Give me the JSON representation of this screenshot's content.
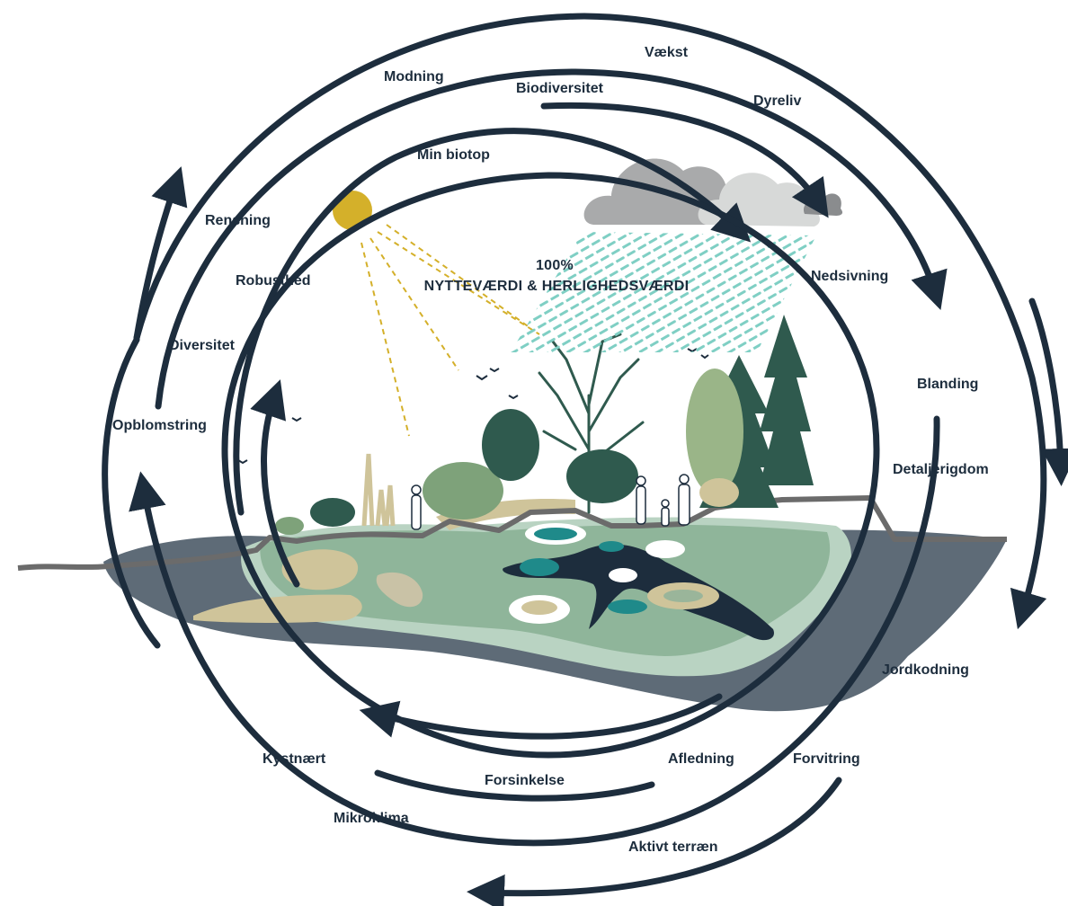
{
  "colors": {
    "ink": "#1d2d3d",
    "sun": "#d4b02a",
    "rain": "#7fcfc4",
    "cloud_dark": "#a9aaab",
    "cloud_light": "#d7d9d8",
    "water": "#5e6b77",
    "land_green": "#8fb59a",
    "land_pale": "#b9d3c2",
    "sand": "#cfc49a",
    "tree_dark": "#2f5a4e",
    "tree_mid": "#6f9a74",
    "tree_light": "#9ab588",
    "pond_teal": "#1f8a8a",
    "ground_line": "#6b6b6b"
  },
  "center": {
    "line1": "100%",
    "line2": "NYTTEVÆRDI & HERLIGHEDSVÆRDI"
  },
  "labels": {
    "vaekst": "Vækst",
    "modning": "Modning",
    "biodiversitet": "Biodiversitet",
    "dyreliv": "Dyreliv",
    "min_biotop": "Min biotop",
    "rensning": "Rensning",
    "robusthed": "Robusthed",
    "nedsivning": "Nedsivning",
    "diversitet": "Diversitet",
    "blanding": "Blanding",
    "opblomstring": "Opblomstring",
    "detaljerigdom": "Detaljerigdom",
    "jordkodning": "Jordkodning",
    "kystnaert": "Kystnært",
    "afledning": "Afledning",
    "forvitring": "Forvitring",
    "forsinkelse": "Forsinkelse",
    "mikroklima": "Mikroklima",
    "aktivt_terraen": "Aktivt terræn"
  }
}
